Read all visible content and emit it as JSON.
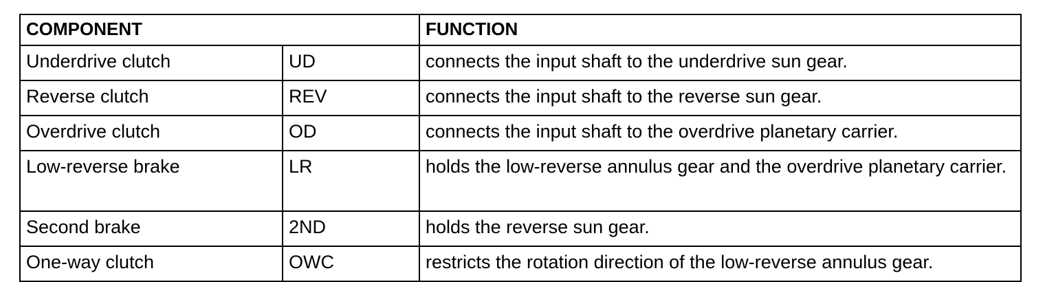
{
  "table": {
    "headers": {
      "component": "COMPONENT",
      "function": "FUNCTION"
    },
    "rows": [
      {
        "name": "Underdrive clutch",
        "abbr": "UD",
        "function": "connects the input shaft to the underdrive sun gear."
      },
      {
        "name": "Reverse clutch",
        "abbr": "REV",
        "function": "connects the input shaft to the reverse sun gear."
      },
      {
        "name": "Overdrive clutch",
        "abbr": "OD",
        "function": "connects the input shaft to the overdrive planetary carrier."
      },
      {
        "name": "Low-reverse brake",
        "abbr": "LR",
        "function": "holds the low-reverse annulus gear and the overdrive planetary carrier."
      },
      {
        "name": "Second brake",
        "abbr": "2ND",
        "function": "holds the reverse sun gear."
      },
      {
        "name": "One-way clutch",
        "abbr": "OWC",
        "function": "restricts the rotation direction of the low-reverse annulus gear."
      }
    ]
  }
}
